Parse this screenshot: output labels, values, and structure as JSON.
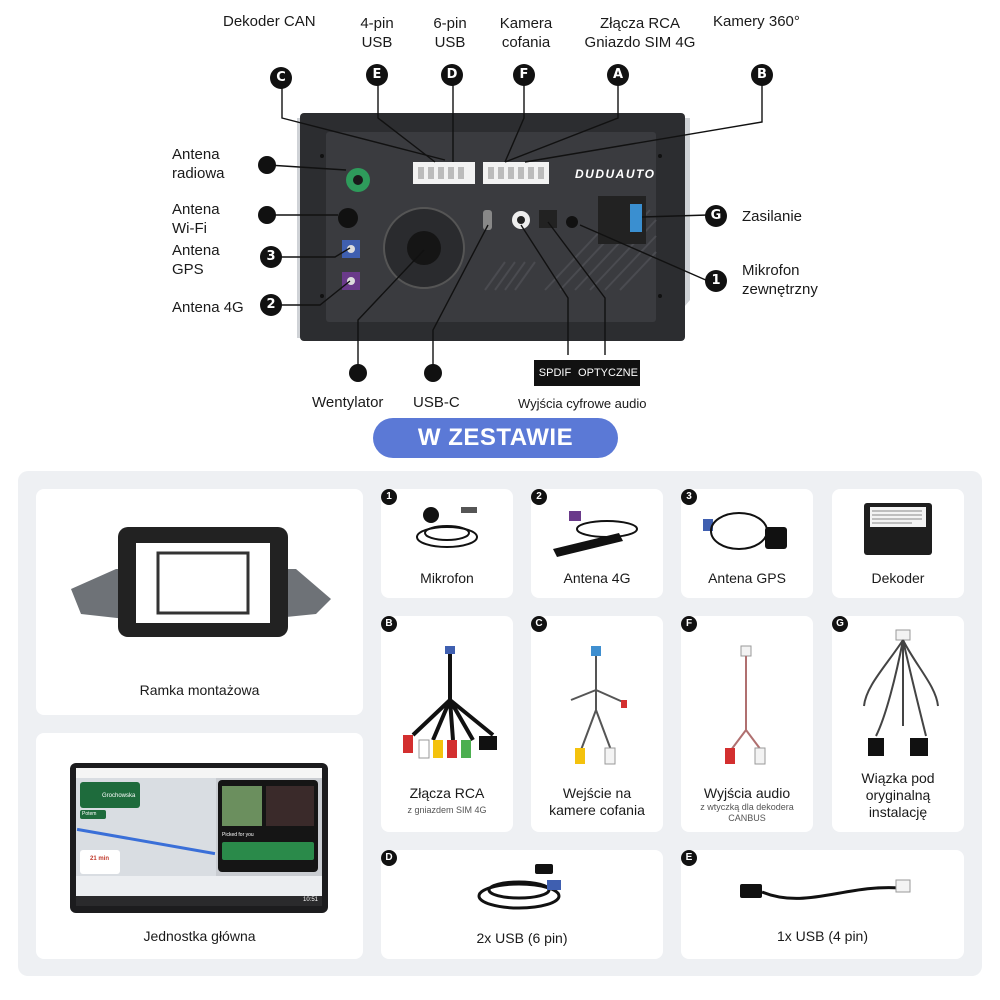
{
  "top_labels": {
    "dekoder_can": "Dekoder CAN",
    "usb4_l1": "4-pin",
    "usb4_l2": "USB",
    "usb6_l1": "6-pin",
    "usb6_l2": "USB",
    "cam_l1": "Kamera",
    "cam_l2": "cofania",
    "rca_l1": "Złącza RCA",
    "rca_l2": "Gniazdo SIM 4G",
    "cam360": "Kamery 360°"
  },
  "badges": {
    "A": "A",
    "B": "B",
    "C": "C",
    "D": "D",
    "E": "E",
    "F": "F",
    "G": "G",
    "n1": "1",
    "n2": "2",
    "n3": "3"
  },
  "left_labels": {
    "radio_l1": "Antena",
    "radio_l2": "radiowa",
    "wifi_l1": "Antena",
    "wifi_l2": "Wi-Fi",
    "gps_l1": "Antena",
    "gps_l2": "GPS",
    "ant4g": "Antena 4G"
  },
  "right_labels": {
    "zasilanie": "Zasilanie",
    "mic_l1": "Mikrofon",
    "mic_l2": "zewnętrzny"
  },
  "bottom_labels": {
    "wentylator": "Wentylator",
    "usbc": "USB-C",
    "spdif": "SPDIF",
    "optyczne": "OPTYCZNE",
    "digital_audio": "Wyjścia cyfrowe audio"
  },
  "brand": "DUDUAUTO",
  "kit_title": "W ZESTAWIE",
  "cards": {
    "frame": "Ramka montażowa",
    "head_unit": "Jednostka główna",
    "mic": "Mikrofon",
    "ant4g": "Antena 4G",
    "antgps": "Antena GPS",
    "decoder": "Dekoder",
    "rca_l1": "Złącza RCA",
    "rca_sub": "z gniazdem SIM 4G",
    "cam_l1": "Wejście na",
    "cam_l2": "kamere cofania",
    "audio_l1": "Wyjścia audio",
    "audio_sub1": "z wtyczką dla dekodera",
    "audio_sub2": "CANBUS",
    "harness_l1": "Wiązka pod",
    "harness_l2": "oryginalną",
    "harness_l3": "instalację",
    "usb6": "2x USB (6 pin)",
    "usb4": "1x USB (4 pin)"
  },
  "screen": {
    "nav_street": "Grochowska",
    "nav_then": "Potem",
    "eta_min": "21 min",
    "player_title": "Picked for you",
    "clock": "10:51"
  }
}
